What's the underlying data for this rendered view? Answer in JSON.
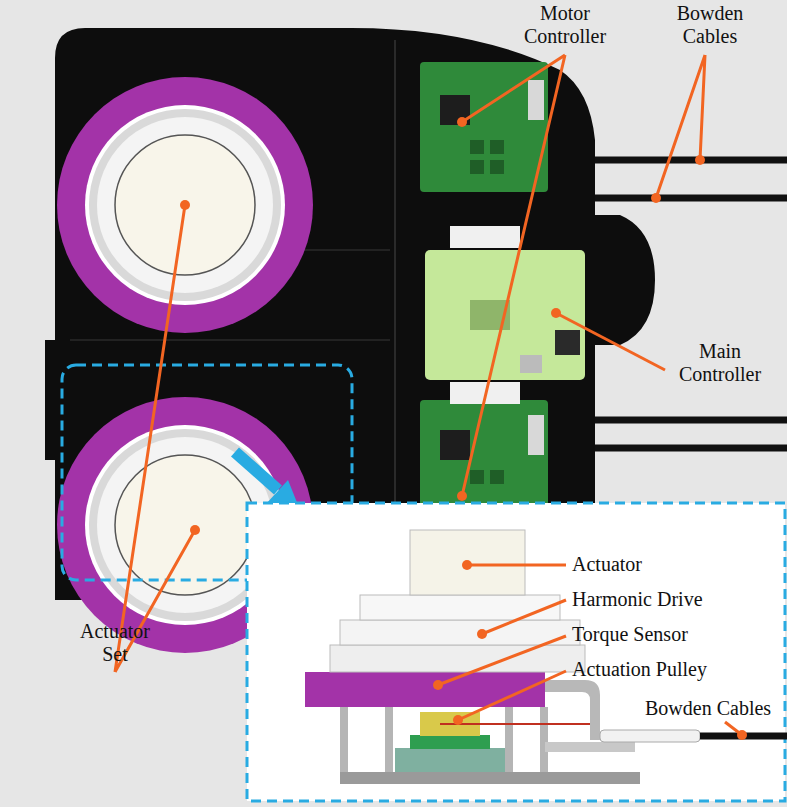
{
  "diagram": {
    "labels": [
      "Motor Controller",
      "Bowden Cables",
      "Main Controller",
      "Actuator Set",
      "Actuator",
      "Harmonic Drive",
      "Torque Sensor",
      "Actuation Pulley",
      "Bowden Cables"
    ]
  }
}
